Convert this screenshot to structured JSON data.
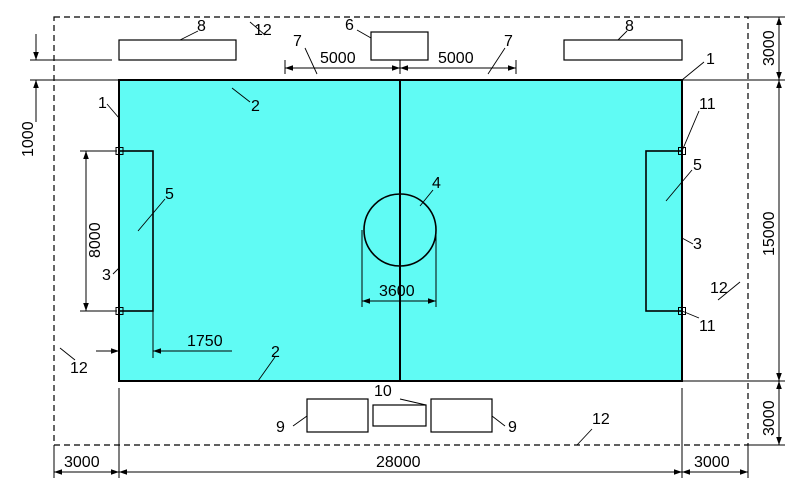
{
  "colors": {
    "field": "#60FBF4",
    "line": "#000000",
    "background": "#FFFFFF"
  },
  "labels": {
    "l1_top_right": "1",
    "l1_left": "1",
    "l2_top": "2",
    "l2_bottom": "2",
    "l3_left": "3",
    "l3_right": "3",
    "l4": "4",
    "l5_left": "5",
    "l5_right": "5",
    "l6": "6",
    "l7_left": "7",
    "l7_right": "7",
    "l8_left": "8",
    "l8_right": "8",
    "l9_left": "9",
    "l9_right": "9",
    "l10": "10",
    "l11_top": "11",
    "l11_bottom": "11",
    "l12_top": "12",
    "l12_left": "12",
    "l12_right": "12",
    "l12_bottom": "12"
  },
  "dimensions": {
    "d_5000_left": "5000",
    "d_5000_right": "5000",
    "d_1000": "1000",
    "d_8000": "8000",
    "d_3600": "3600",
    "d_1750": "1750",
    "d_3000_bottom_left": "3000",
    "d_28000": "28000",
    "d_3000_bottom_right": "3000",
    "d_3000_right_top": "3000",
    "d_15000": "15000",
    "d_3000_right_bottom": "3000"
  }
}
